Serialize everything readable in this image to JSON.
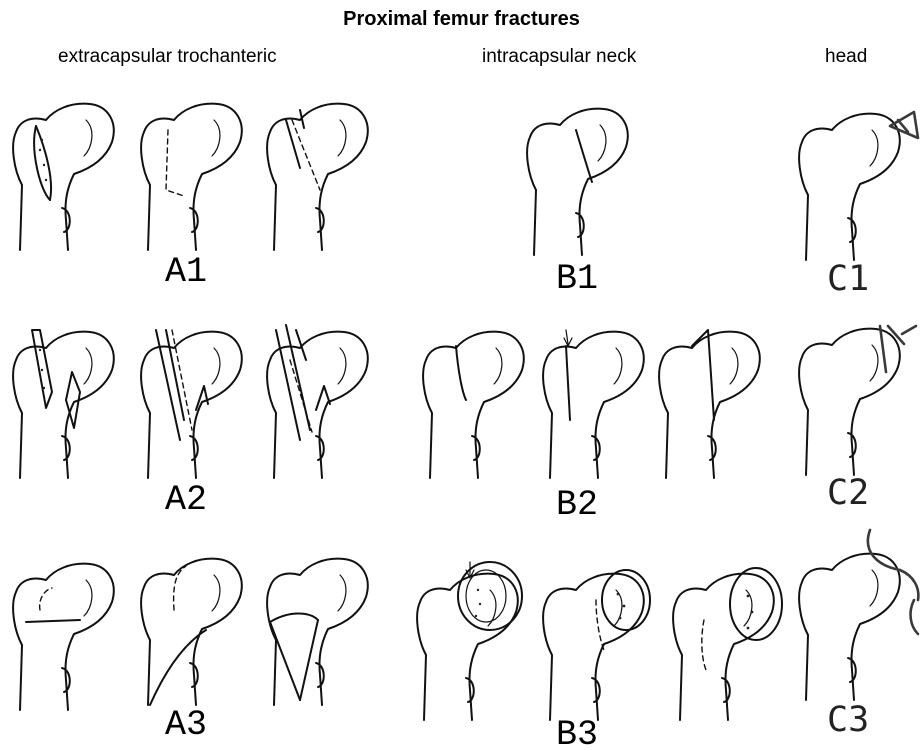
{
  "title": "Proximal femur fractures",
  "columns": {
    "extracapsular": "extracapsular trochanteric",
    "intracapsular": "intracapsular neck",
    "head": "head"
  },
  "labels": {
    "a1": "A1",
    "a2": "A2",
    "a3": "A3",
    "b1": "B1",
    "b2": "B2",
    "b3": "B3",
    "c1": "C1",
    "c2": "C2",
    "c3": "C3"
  }
}
